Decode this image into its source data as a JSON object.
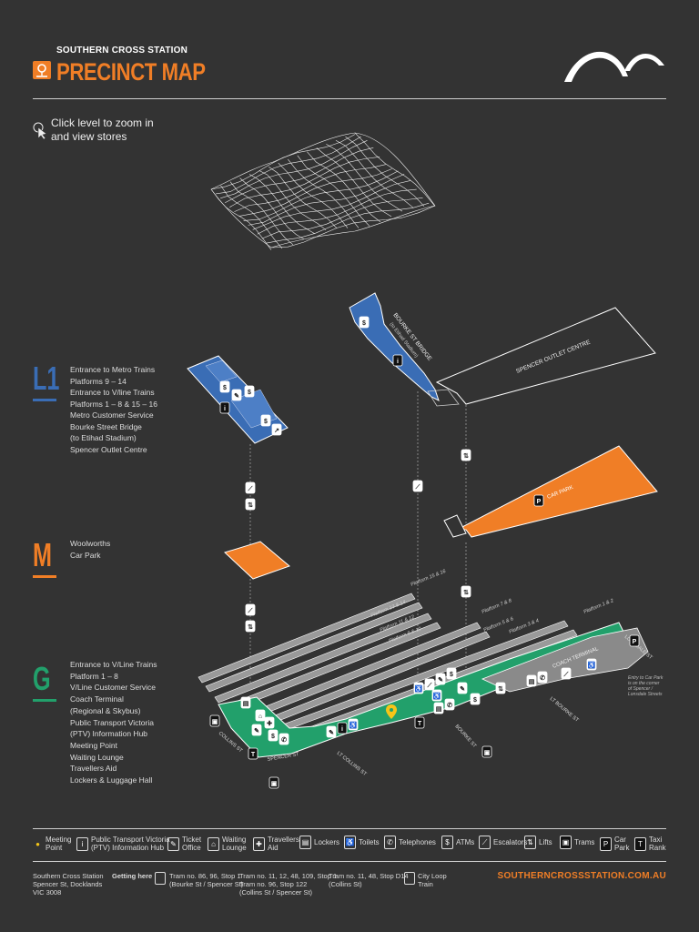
{
  "header": {
    "kicker": "SOUTHERN CROSS STATION",
    "title": "PRECINCT MAP"
  },
  "hint": {
    "line1": "Click level to zoom in",
    "line2": "and view stores"
  },
  "levels": [
    {
      "letter": "L1",
      "color": "#3a6db5",
      "items": [
        "Entrance to Metro Trains",
        "Platforms 9 – 14",
        "Entrance to V/line Trains",
        "Platforms 1 – 8 & 15 – 16",
        "Metro Customer Service",
        "Bourke Street Bridge",
        "(to Etihad Stadium)",
        "Spencer Outlet Centre"
      ]
    },
    {
      "letter": "M",
      "color": "#f07e26",
      "items": [
        "Woolworths",
        "Car Park"
      ]
    },
    {
      "letter": "G",
      "color": "#22a06b",
      "items": [
        "Entrance to V/Line Trains",
        "Platform 1 – 8",
        "V/Line Customer Service",
        "Coach Terminal",
        "(Regional & Skybus)",
        "Public Transport Victoria",
        "(PTV) Information Hub",
        "Meeting Point",
        "Waiting Lounge",
        "Travellers Aid",
        "Lockers & Luggage Hall"
      ]
    }
  ],
  "map_labels": {
    "bridge": "BOURKE ST BRIDGE",
    "bridge_sub": "(to Etihad Stadium)",
    "outlet": "SPENCER OUTLET CENTRE",
    "car_park": "CAR PARK",
    "coach": "COACH TERMINAL",
    "platforms": [
      "Platform 15 & 16",
      "Platform 13 & 14",
      "Platform 11 & 12",
      "Platform 9 & 10",
      "Platform 7 & 8",
      "Platform 5 & 6",
      "Platform 3 & 4",
      "Platform 1 & 2"
    ],
    "streets": [
      "COLLINS ST",
      "SPENCER ST",
      "LT COLLINS ST",
      "BOURKE ST",
      "LT BOURKE ST",
      "LONSDALE ST"
    ],
    "car_park_note": "Entry to Car Park is on the corner of Spencer / Lonsdale Streets"
  },
  "legend": [
    {
      "icon": "meeting-point-icon",
      "glyph": "●",
      "label1": "Meeting",
      "label2": "Point"
    },
    {
      "icon": "info-icon",
      "glyph": "i",
      "label1": "Public Transport Victoria",
      "label2": "(PTV) Information Hub"
    },
    {
      "icon": "ticket-icon",
      "glyph": "✎",
      "label1": "Ticket",
      "label2": "Office"
    },
    {
      "icon": "waiting-lounge-icon",
      "glyph": "⌂",
      "label1": "Waiting",
      "label2": "Lounge"
    },
    {
      "icon": "travellers-aid-icon",
      "glyph": "✚",
      "label1": "Travellers",
      "label2": "Aid"
    },
    {
      "icon": "lockers-icon",
      "glyph": "▤",
      "label1": "Lockers",
      "label2": ""
    },
    {
      "icon": "toilets-icon",
      "glyph": "♿",
      "label1": "Toilets",
      "label2": ""
    },
    {
      "icon": "telephone-icon",
      "glyph": "✆",
      "label1": "Telephones",
      "label2": ""
    },
    {
      "icon": "atm-icon",
      "glyph": "$",
      "label1": "ATMs",
      "label2": ""
    },
    {
      "icon": "escalator-icon",
      "glyph": "⟋",
      "label1": "Escalators",
      "label2": ""
    },
    {
      "icon": "lift-icon",
      "glyph": "⇅",
      "label1": "Lifts",
      "label2": ""
    },
    {
      "icon": "tram-icon",
      "glyph": "▣",
      "label1": "Trams",
      "label2": ""
    },
    {
      "icon": "car-park-icon",
      "glyph": "P",
      "label1": "Car",
      "label2": "Park"
    },
    {
      "icon": "taxi-icon",
      "glyph": "T",
      "label1": "Taxi",
      "label2": "Rank"
    }
  ],
  "footer": {
    "address1": "Southern Cross Station",
    "address2": "Spencer St, Docklands",
    "address3": "VIC 3008",
    "getting_here": "Getting here",
    "tram1a": "Tram no. 86, 96, Stop 1",
    "tram1b": "(Bourke St / Spencer St)",
    "tram2a": "Tram no. 11, 12, 48, 109, Stop 1",
    "tram2b": "Tram no. 96, Stop 122",
    "tram2c": "(Collins St / Spencer St)",
    "tram3a": "Tram no. 11, 48, Stop D14",
    "tram3b": "(Collins St)",
    "train1": "City Loop",
    "train2": "Train",
    "url": "SOUTHERNCROSSSTATION.COM.AU"
  },
  "colors": {
    "background": "#333333",
    "orange": "#f07e26",
    "blue": "#3a6db5",
    "green": "#22a06b"
  }
}
